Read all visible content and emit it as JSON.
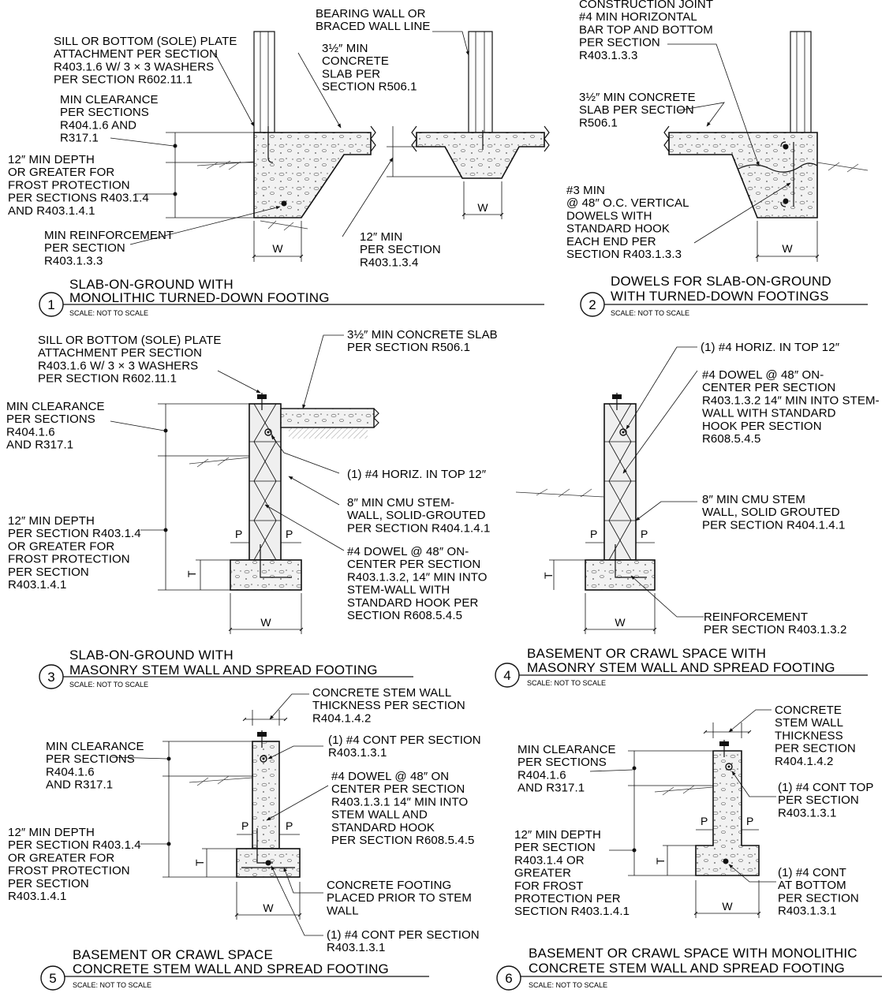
{
  "colors": {
    "ink": "#111111",
    "concrete": "#e9e9e9",
    "paper": "#ffffff"
  },
  "details": [
    {
      "number": "1",
      "title_lines": [
        "SLAB-ON-GROUND WITH",
        "MONOLITHIC TURNED-DOWN FOOTING"
      ],
      "scale": "SCALE: NOT TO SCALE",
      "notes": {
        "sill": [
          "SILL OR BOTTOM (SOLE) PLATE",
          "ATTACHMENT PER SECTION",
          "R403.1.6 W/ 3 × 3 WASHERS",
          "PER SECTION R602.11.1"
        ],
        "clearance": [
          "MIN CLEARANCE",
          "PER SECTIONS",
          "R404.1.6 AND",
          "R317.1"
        ],
        "depth": [
          "12″ MIN DEPTH",
          "OR GREATER FOR",
          "FROST PROTECTION",
          "PER SECTIONS R403.1.4",
          "AND R403.1.4.1"
        ],
        "reinforcement": [
          "MIN REINFORCEMENT",
          "PER SECTION",
          "R403.1.3.3"
        ],
        "slab": [
          "3½″ MIN",
          "CONCRETE",
          "SLAB PER",
          "SECTION R506.1"
        ],
        "bearing": [
          "BEARING WALL OR",
          "BRACED WALL LINE"
        ],
        "min12": [
          "12″ MIN",
          "PER SECTION",
          "R403.1.3.4"
        ]
      },
      "dims": {
        "w": "W"
      }
    },
    {
      "number": "2",
      "title_lines": [
        "DOWELS FOR SLAB-ON-GROUND",
        "WITH TURNED-DOWN FOOTINGS"
      ],
      "scale": "SCALE: NOT TO SCALE",
      "notes": {
        "joint": [
          "CONSTRUCTION JOINT",
          "#4 MIN HORIZONTAL",
          "BAR TOP AND BOTTOM",
          "PER SECTION",
          "R403.1.3.3"
        ],
        "slab": [
          "3½″ MIN CONCRETE",
          "SLAB PER SECTION",
          "R506.1"
        ],
        "dowels": [
          "#3 MIN",
          "@ 48″ O.C. VERTICAL",
          "DOWELS WITH",
          "STANDARD HOOK",
          "EACH END PER",
          "SECTION R403.1.3.3"
        ]
      },
      "dims": {
        "w": "W"
      }
    },
    {
      "number": "3",
      "title_lines": [
        "SLAB-ON-GROUND WITH",
        "MASONRY STEM WALL AND SPREAD FOOTING"
      ],
      "scale": "SCALE: NOT TO SCALE",
      "notes": {
        "slab": [
          "3½″ MIN CONCRETE SLAB",
          "PER SECTION R506.1"
        ],
        "sill": [
          "SILL OR BOTTOM (SOLE) PLATE",
          "ATTACHMENT PER SECTION",
          "R403.1.6 W/ 3 × 3 WASHERS",
          "PER SECTION R602.11.1"
        ],
        "clearance": [
          "MIN CLEARANCE",
          "PER SECTIONS",
          "R404.1.6",
          "AND R317.1"
        ],
        "horiz": [
          "(1) #4 HORIZ. IN TOP 12″"
        ],
        "cmu": [
          "8″ MIN CMU STEM-",
          "WALL, SOLID-GROUTED",
          "PER SECTION R404.1.4.1"
        ],
        "depth": [
          "12″ MIN DEPTH",
          "PER SECTION R403.1.4",
          "OR GREATER FOR",
          "FROST PROTECTION",
          "PER SECTION",
          "R403.1.4.1"
        ],
        "dowel": [
          "#4 DOWEL @ 48″ ON-",
          "CENTER PER SECTION",
          "R403.1.3.2, 14″ MIN INTO",
          "STEM-WALL WITH",
          "STANDARD HOOK PER",
          "SECTION R608.5.4.5"
        ]
      },
      "dims": {
        "w": "W",
        "p": "P",
        "t": "T"
      }
    },
    {
      "number": "4",
      "title_lines": [
        "BASEMENT OR CRAWL SPACE WITH",
        "MASONRY STEM WALL AND SPREAD FOOTING"
      ],
      "scale": "SCALE: NOT TO SCALE",
      "notes": {
        "horiz": [
          "(1) #4 HORIZ. IN TOP 12″"
        ],
        "dowel": [
          "#4 DOWEL @ 48″ ON-",
          "CENTER PER SECTION",
          "R403.1.3.2 14″ MIN INTO STEM-",
          "WALL WITH STANDARD",
          "HOOK PER SECTION",
          "R608.5.4.5"
        ],
        "cmu": [
          "8″ MIN CMU STEM",
          "WALL, SOLID GROUTED",
          "PER SECTION R404.1.4.1"
        ],
        "reinforcement": [
          "REINFORCEMENT",
          "PER SECTION R403.1.3.2"
        ]
      },
      "dims": {
        "w": "W",
        "p": "P",
        "t": "T"
      }
    },
    {
      "number": "5",
      "title_lines": [
        "BASEMENT OR CRAWL SPACE",
        "CONCRETE STEM WALL AND SPREAD FOOTING"
      ],
      "scale": "SCALE: NOT TO SCALE",
      "notes": {
        "thickness": [
          "CONCRETE STEM WALL",
          "THICKNESS PER SECTION",
          "R404.1.4.2"
        ],
        "clearance": [
          "MIN CLEARANCE",
          "PER  SECTIONS",
          "R404.1.6",
          "AND R317.1"
        ],
        "cont": [
          "(1) #4 CONT PER SECTION",
          "R403.1.3.1"
        ],
        "dowel": [
          "#4 DOWEL @ 48″ ON",
          "CENTER PER SECTION",
          "R403.1.3.1 14″ MIN INTO",
          "STEM WALL AND",
          "STANDARD HOOK",
          "PER SECTION R608.5.4.5"
        ],
        "depth": [
          "12″ MIN DEPTH",
          "PER SECTION R403.1.4",
          "OR GREATER FOR",
          "FROST PROTECTION",
          "PER SECTION",
          "R403.1.4.1"
        ],
        "footing": [
          "CONCRETE FOOTING",
          "PLACED PRIOR TO STEM",
          "WALL"
        ],
        "cont_bottom": [
          "(1) #4 CONT PER SECTION",
          "R403.1.3.1"
        ]
      },
      "dims": {
        "w": "W",
        "p": "P",
        "t": "T"
      }
    },
    {
      "number": "6",
      "title_lines": [
        "BASEMENT OR CRAWL SPACE WITH MONOLITHIC",
        "CONCRETE STEM WALL AND SPREAD FOOTING"
      ],
      "scale": "SCALE: NOT TO SCALE",
      "notes": {
        "thickness": [
          "CONCRETE",
          "STEM WALL",
          "THICKNESS",
          "PER SECTION",
          "R404.1.4.2"
        ],
        "clearance": [
          "MIN CLEARANCE",
          "PER SECTIONS",
          "R404.1.6",
          "AND R317.1"
        ],
        "cont_top": [
          "(1) #4 CONT TOP",
          "PER SECTION",
          "R403.1.3.1"
        ],
        "depth": [
          "12″ MIN DEPTH",
          "PER SECTION",
          "R403.1.4 OR",
          "GREATER",
          "FOR FROST",
          "PROTECTION PER",
          "SECTION R403.1.4.1"
        ],
        "cont_bottom": [
          "(1) #4 CONT",
          "AT BOTTOM",
          "PER SECTION",
          "R403.1.3.1"
        ]
      },
      "dims": {
        "w": "W",
        "p": "P",
        "t": "T"
      }
    }
  ]
}
